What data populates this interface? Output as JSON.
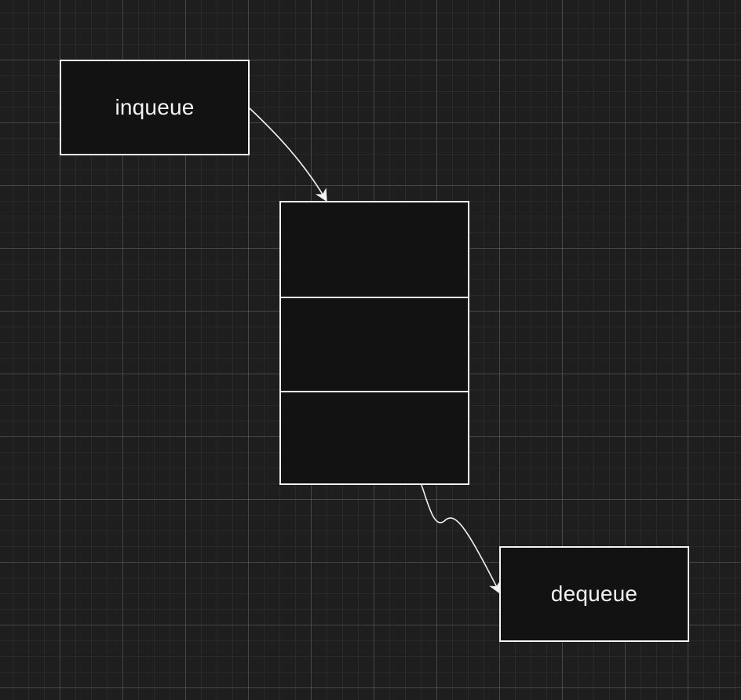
{
  "diagram": {
    "nodes": {
      "inqueue": {
        "label": "inqueue"
      },
      "dequeue": {
        "label": "dequeue"
      }
    },
    "queue": {
      "slot_count": 3
    },
    "edges": [
      {
        "from": "inqueue",
        "to": "queue"
      },
      {
        "from": "queue",
        "to": "dequeue"
      }
    ],
    "colors": {
      "background": "#1e1e1e",
      "stroke": "#f2f2f2",
      "fill": "#121212"
    }
  }
}
